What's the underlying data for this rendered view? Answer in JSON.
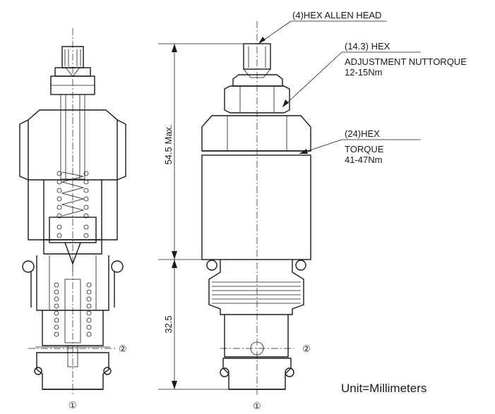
{
  "labels": {
    "allen_head": "(4)HEX ALLEN HEAD",
    "hex_14_line1": "(14.3) HEX",
    "hex_14_line2": "ADJUSTMENT NUTTORQUE",
    "hex_14_line3": "12-15Nm",
    "hex_24_line1": "(24)HEX",
    "hex_24_line2": "TORQUE",
    "hex_24_line3": "41-47Nm",
    "dim_upper": "54.5 Max.",
    "dim_lower": "32.5",
    "unit_note": "Unit=Millimeters"
  },
  "ports": {
    "port_1": "①",
    "port_2": "②"
  },
  "colors": {
    "ink": "#1a1a1a",
    "background": "#ffffff"
  }
}
